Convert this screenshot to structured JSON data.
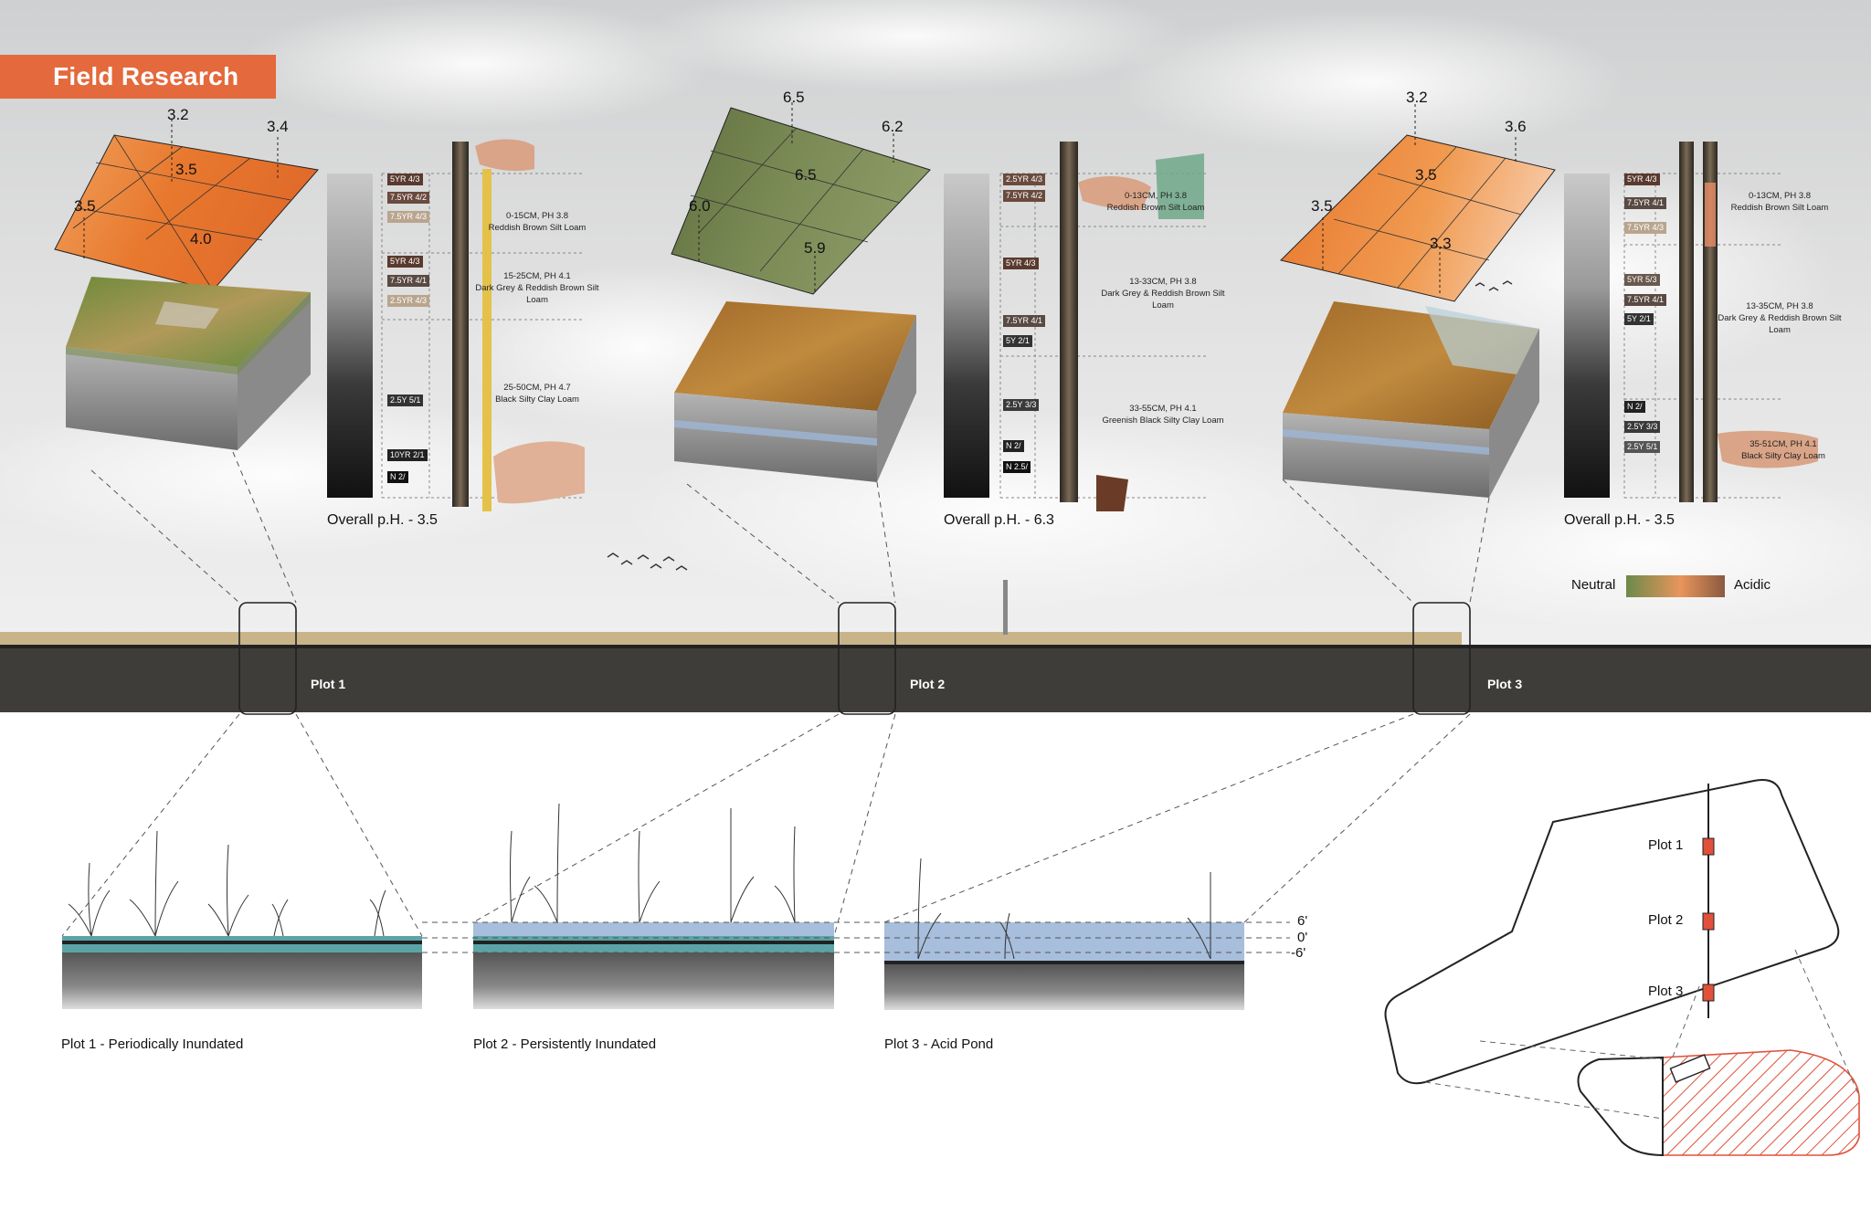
{
  "title": "Field Research",
  "plots": [
    {
      "name": "Plot 1",
      "grid_values": [
        "3.2",
        "3.4",
        "3.5",
        "3.5",
        "4.0"
      ],
      "overall": "Overall p.H. - 3.5",
      "munsell": [
        "5YR 4/3",
        "7.5YR 4/2",
        "7.5YR 4/3",
        "5YR 4/3",
        "7.5YR 4/1",
        "2.5YR 4/3",
        "2.5Y 5/1",
        "10YR 2/1",
        "N 2/"
      ],
      "layers": [
        {
          "depth": "0-15CM, PH 3.8",
          "texture": "Reddish Brown Silt Loam"
        },
        {
          "depth": "15-25CM, PH 4.1",
          "texture": "Dark Grey & Reddish Brown Silt Loam"
        },
        {
          "depth": "25-50CM, PH 4.7",
          "texture": "Black Silty Clay Loam"
        }
      ],
      "caption": "Plot 1 - Periodically Inundated"
    },
    {
      "name": "Plot 2",
      "grid_values": [
        "6.5",
        "6.2",
        "6.0",
        "6.5",
        "5.9"
      ],
      "overall": "Overall p.H. - 6.3",
      "munsell": [
        "2.5YR 4/3",
        "7.5YR 4/2",
        "5YR 4/3",
        "7.5YR 4/1",
        "5Y 2/1",
        "2.5Y 3/3",
        "N 2/",
        "N 2.5/"
      ],
      "layers": [
        {
          "depth": "0-13CM, PH 3.8",
          "texture": "Reddish Brown Silt Loam"
        },
        {
          "depth": "13-33CM, PH 3.8",
          "texture": "Dark Grey & Reddish Brown Silt Loam"
        },
        {
          "depth": "33-55CM, PH 4.1",
          "texture": "Greenish Black Silty Clay Loam"
        }
      ],
      "caption": "Plot 2 - Persistently Inundated"
    },
    {
      "name": "Plot 3",
      "grid_values": [
        "3.2",
        "3.6",
        "3.5",
        "3.5",
        "3.3"
      ],
      "overall": "Overall p.H. - 3.5",
      "munsell": [
        "5YR 4/3",
        "7.5YR 4/1",
        "7.5YR 4/3",
        "5YR 5/3",
        "7.5YR 4/1",
        "5Y 2/1",
        "N 2/",
        "2.5Y 3/3",
        "2.5Y 5/1"
      ],
      "layers": [
        {
          "depth": "0-13CM, PH 3.8",
          "texture": "Reddish Brown Silt Loam"
        },
        {
          "depth": "13-35CM, PH 3.8",
          "texture": "Dark Grey & Reddish Brown Silt Loam"
        },
        {
          "depth": "35-51CM, PH 4.1",
          "texture": "Black Silty Clay Loam"
        }
      ],
      "caption": "Plot 3 - Acid Pond"
    }
  ],
  "legend": {
    "neutral": "Neutral",
    "acidic": "Acidic"
  },
  "elevations": [
    "6'",
    "0'",
    "-6'"
  ],
  "map_labels": [
    "Plot 1",
    "Plot 2",
    "Plot 3"
  ],
  "colors": {
    "accent": "#e4693c",
    "neutral": "#6b8a4a",
    "acidic": "#e5804a",
    "water": "#9fb6d6",
    "soil": "#3a3835",
    "hatch": "#e0503a"
  }
}
